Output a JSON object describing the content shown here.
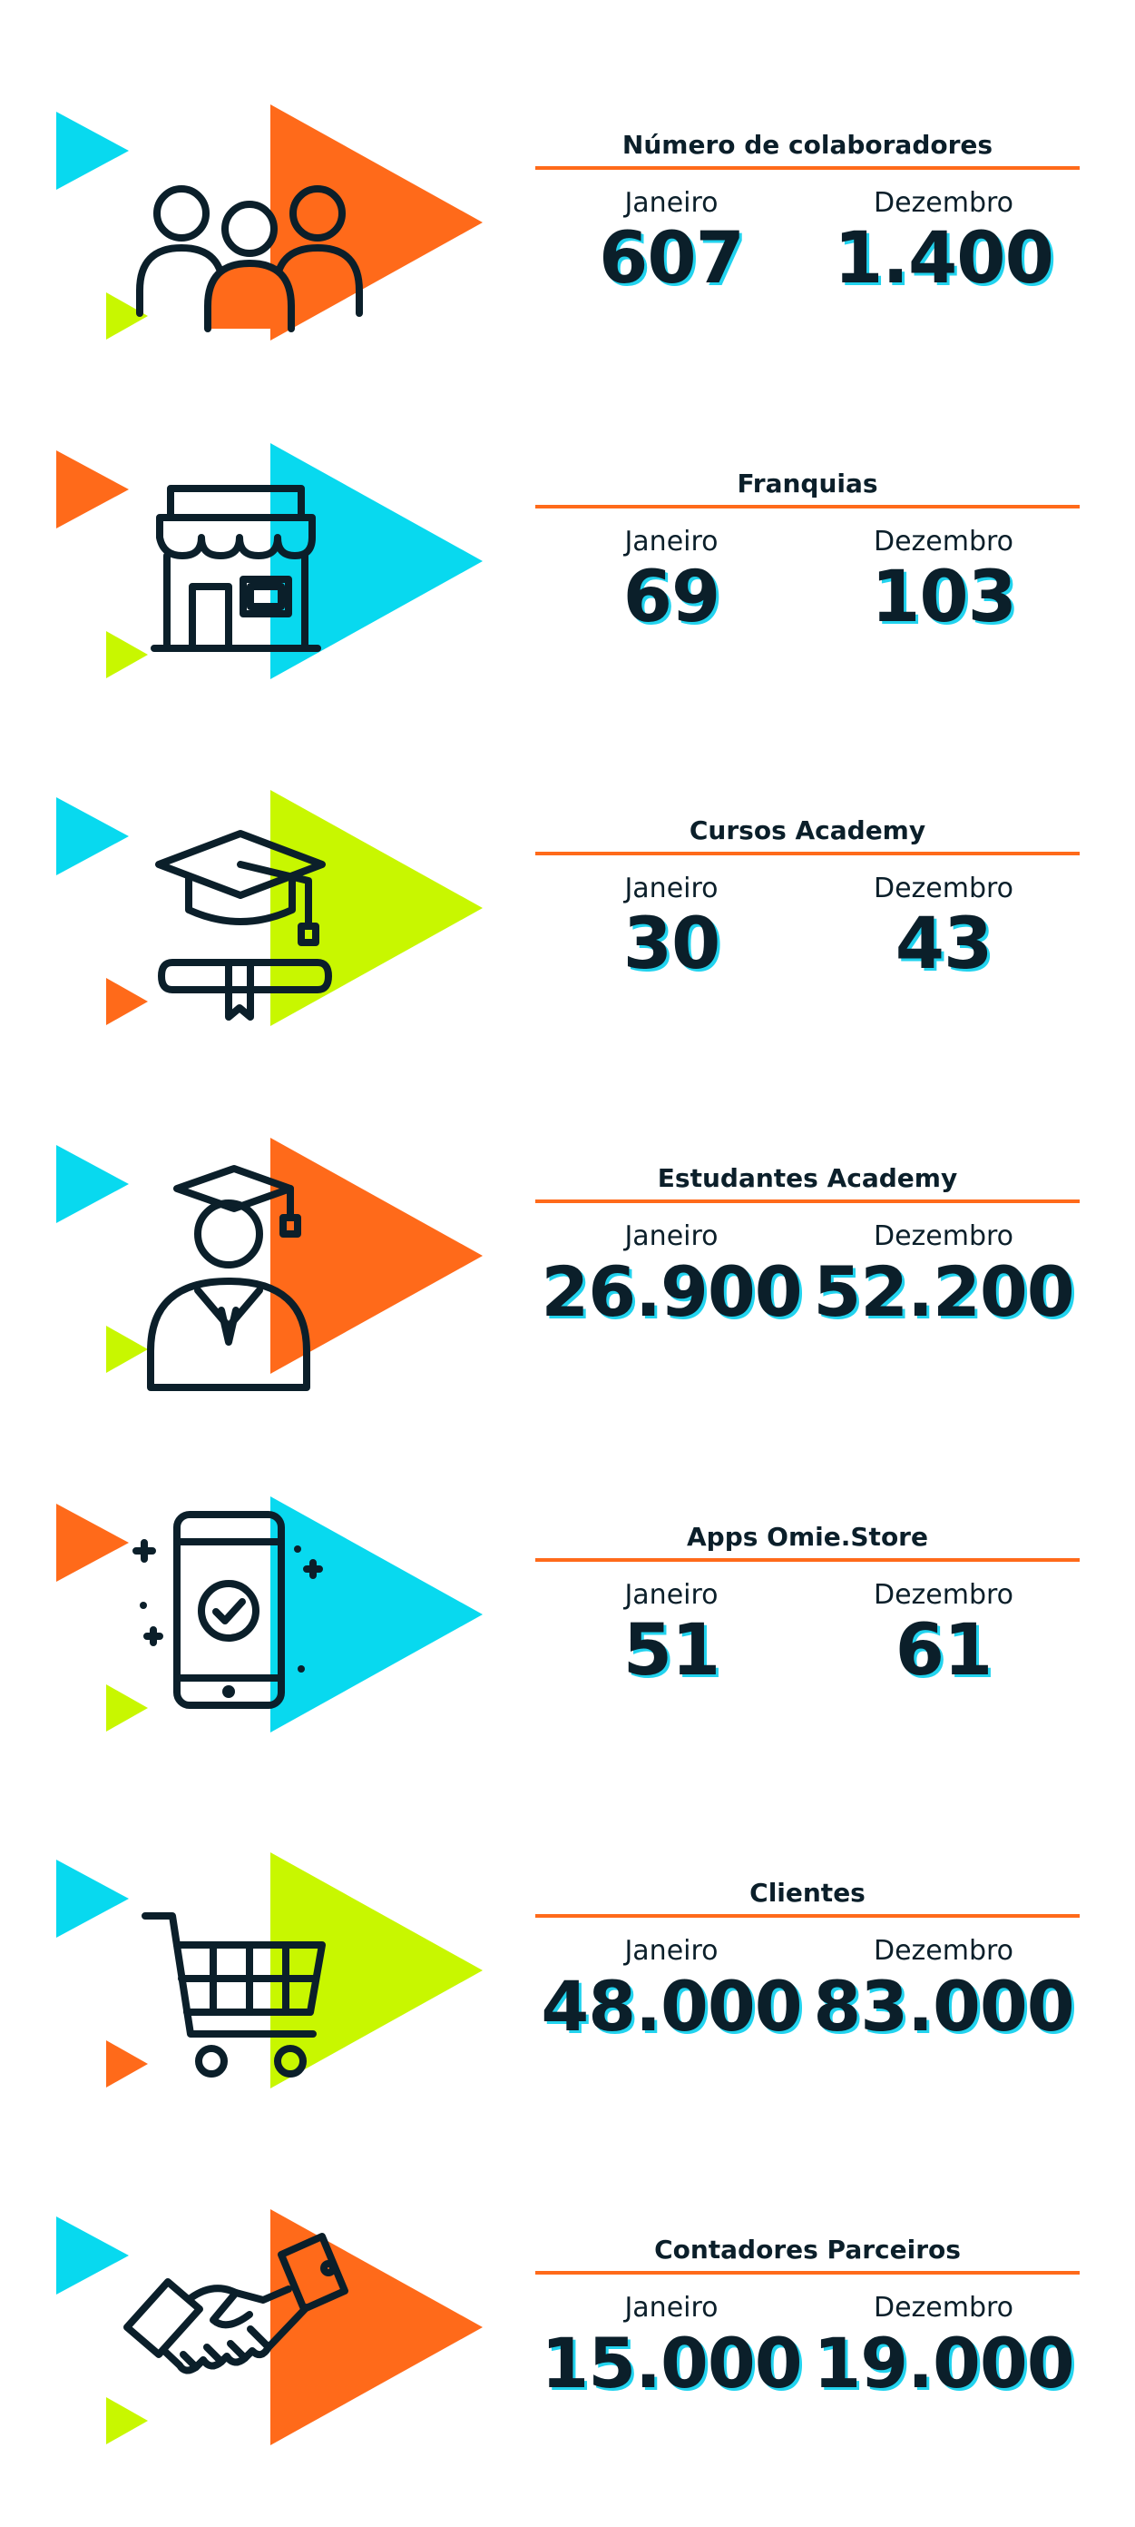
{
  "colors": {
    "orange": "#ff6a1a",
    "cyan": "#08d9ef",
    "lime": "#c8f700",
    "ink": "#0b1f2a"
  },
  "stats": [
    {
      "title": "Número de colaboradores",
      "icon": "people-group-icon",
      "big_color": "orange",
      "sm1_color": "cyan",
      "sm2_color": "lime",
      "jan_label": "Janeiro",
      "jan_value": "607",
      "dez_label": "Dezembro",
      "dez_value": "1.400"
    },
    {
      "title": "Franquias",
      "icon": "storefront-icon",
      "big_color": "cyan",
      "sm1_color": "orange",
      "sm2_color": "lime",
      "jan_label": "Janeiro",
      "jan_value": "69",
      "dez_label": "Dezembro",
      "dez_value": "103"
    },
    {
      "title": "Cursos Academy",
      "icon": "graduation-cap-diploma-icon",
      "big_color": "lime",
      "sm1_color": "cyan",
      "sm2_color": "orange",
      "jan_label": "Janeiro",
      "jan_value": "30",
      "dez_label": "Dezembro",
      "dez_value": "43"
    },
    {
      "title": "Estudantes Academy",
      "icon": "graduate-student-icon",
      "big_color": "orange",
      "sm1_color": "cyan",
      "sm2_color": "lime",
      "jan_label": "Janeiro",
      "jan_value": "26.900",
      "dez_label": "Dezembro",
      "dez_value": "52.200"
    },
    {
      "title": "Apps Omie.Store",
      "icon": "smartphone-check-icon",
      "big_color": "cyan",
      "sm1_color": "orange",
      "sm2_color": "lime",
      "jan_label": "Janeiro",
      "jan_value": "51",
      "dez_label": "Dezembro",
      "dez_value": "61"
    },
    {
      "title": "Clientes",
      "icon": "shopping-cart-icon",
      "big_color": "lime",
      "sm1_color": "cyan",
      "sm2_color": "orange",
      "jan_label": "Janeiro",
      "jan_value": "48.000",
      "dez_label": "Dezembro",
      "dez_value": "83.000"
    },
    {
      "title": "Contadores Parceiros",
      "icon": "handshake-icon",
      "big_color": "orange",
      "sm1_color": "cyan",
      "sm2_color": "lime",
      "jan_label": "Janeiro",
      "jan_value": "15.000",
      "dez_label": "Dezembro",
      "dez_value": "19.000"
    }
  ]
}
